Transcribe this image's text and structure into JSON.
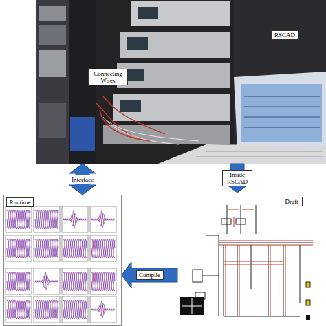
{
  "diagram": {
    "nodes": [
      {
        "text": [
          "Connecting Wires",
          "RSCAD"
        ]
      },
      {
        "text": [
          "Runtime"
        ]
      },
      {
        "text": [
          "Draft"
        ]
      }
    ],
    "edges": [
      {
        "from": 0,
        "to": 1,
        "arrow": "both",
        "label": "Interface"
      },
      {
        "from": 0,
        "to": 2,
        "arrow": "to",
        "label": "Inside RSCAD"
      },
      {
        "from": 2,
        "to": 1,
        "arrow": "to",
        "label": "Compile"
      }
    ]
  }
}
